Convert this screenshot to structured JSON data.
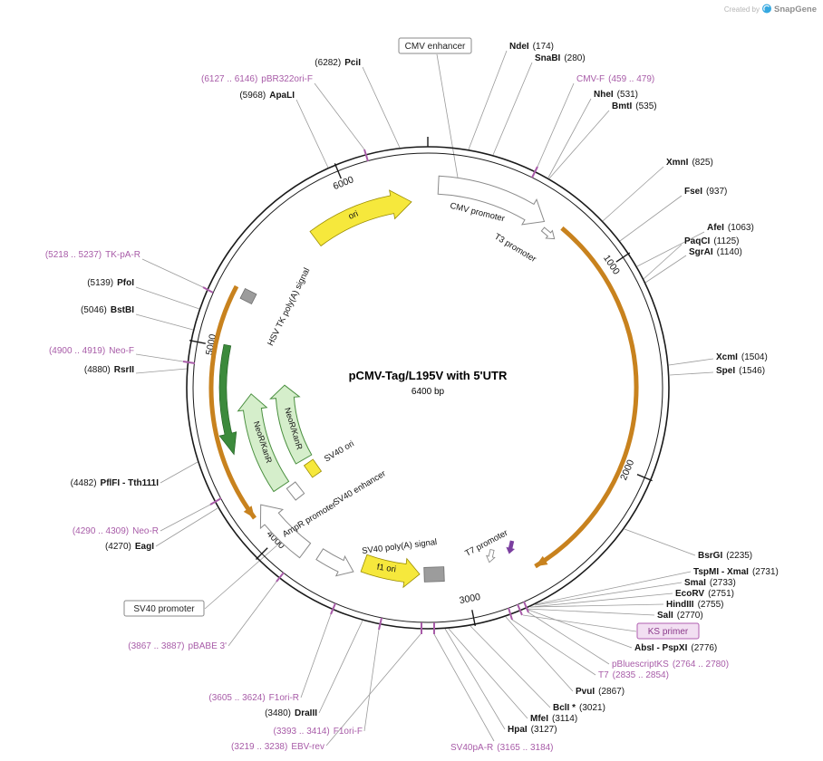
{
  "watermark": {
    "created_by": "Created by",
    "brand": "SnapGene"
  },
  "plasmid": {
    "name": "pCMV-Tag/L195V with 5'UTR",
    "size": "6400 bp"
  },
  "ticks": [
    "1000",
    "2000",
    "3000",
    "4000",
    "5000",
    "6000"
  ],
  "boxed_labels": {
    "cmv_enhancer": "CMV enhancer",
    "sv40_promoter": "SV40 promoter",
    "ks_primer": "KS primer"
  },
  "features": {
    "ori": "ori",
    "cmv_promoter": "CMV promoter",
    "t3_promoter": "T3 promoter",
    "hsv_tk_polya": "HSV TK poly(A) signal",
    "neor_kanr_outer": "NeoR/KanR",
    "neor_kanr_inner": "NeoR/KanR",
    "sv40_ori": "SV40 ori",
    "sv40_enhancer": "SV40 enhancer",
    "ampr_promoter": "AmpR promoter",
    "f1_ori": "f1 ori",
    "sv40_polya": "SV40 poly(A) signal",
    "t7_promoter": "T7 promoter"
  },
  "labels_left": [
    {
      "a": "(6282)",
      "b": "PciI"
    },
    {
      "a": "(6127 .. 6146)",
      "b": "pBR322ori-F"
    },
    {
      "a": "(5968)",
      "b": "ApaLI"
    },
    {
      "a": "(5218 .. 5237)",
      "b": "TK-pA-R"
    },
    {
      "a": "(5139)",
      "b": "PfoI"
    },
    {
      "a": "(5046)",
      "b": "BstBI"
    },
    {
      "a": "(4900 .. 4919)",
      "b": "Neo-F"
    },
    {
      "a": "(4880)",
      "b": "RsrII"
    },
    {
      "a": "(4482)",
      "b": "PflFI - Tth111I"
    },
    {
      "a": "(4290 .. 4309)",
      "b": "Neo-R"
    },
    {
      "a": "(4270)",
      "b": "EagI"
    },
    {
      "a": "(3867 .. 3887)",
      "b": "pBABE 3'"
    },
    {
      "a": "(3605 .. 3624)",
      "b": "F1ori-R"
    },
    {
      "a": "(3480)",
      "b": "DraIII"
    },
    {
      "a": "(3393 .. 3414)",
      "b": "F1ori-F"
    },
    {
      "a": "(3219 .. 3238)",
      "b": "EBV-rev"
    }
  ],
  "labels_right": [
    {
      "a": "NdeI",
      "b": "(174)"
    },
    {
      "a": "SnaBI",
      "b": "(280)"
    },
    {
      "a": "CMV-F",
      "b": "(459 .. 479)"
    },
    {
      "a": "NheI",
      "b": "(531)"
    },
    {
      "a": "BmtI",
      "b": "(535)"
    },
    {
      "a": "XmnI",
      "b": "(825)"
    },
    {
      "a": "FseI",
      "b": "(937)"
    },
    {
      "a": "AfeI",
      "b": "(1063)"
    },
    {
      "a": "PaqCI",
      "b": "(1125)"
    },
    {
      "a": "SgrAI",
      "b": "(1140)"
    },
    {
      "a": "XcmI",
      "b": "(1504)"
    },
    {
      "a": "SpeI",
      "b": "(1546)"
    },
    {
      "a": "BsrGI",
      "b": "(2235)"
    },
    {
      "a": "TspMI - XmaI",
      "b": "(2731)"
    },
    {
      "a": "SmaI",
      "b": "(2733)"
    },
    {
      "a": "EcoRV",
      "b": "(2751)"
    },
    {
      "a": "HindIII",
      "b": "(2755)"
    },
    {
      "a": "SalI",
      "b": "(2770)"
    },
    {
      "a": "AbsI - PspXI",
      "b": "(2776)"
    },
    {
      "a": "pBluescriptKS",
      "b": "(2764 .. 2780)"
    },
    {
      "a": "T7",
      "b": "(2835 .. 2854)"
    },
    {
      "a": "PvuI",
      "b": "(2867)"
    },
    {
      "a": "BclI *",
      "b": "(3021)"
    },
    {
      "a": "MfeI",
      "b": "(3114)"
    },
    {
      "a": "HpaI",
      "b": "(3127)"
    },
    {
      "a": "SV40pA-R",
      "b": "(3165 .. 3184)"
    }
  ],
  "colors": {
    "primer_label": "#A85CA8",
    "enzyme_label": "#141414",
    "leader_line": "#9a9a9a",
    "orf_arc": "#C8821E",
    "ori_yellow": "#F6E83C",
    "neor_green_light": "#D5EECB",
    "neor_green_dark": "#3C8A3C",
    "signal_grey": "#9C9C9C",
    "t7_purple": "#7B3FA0",
    "brand_blue": "#35A8E0"
  }
}
